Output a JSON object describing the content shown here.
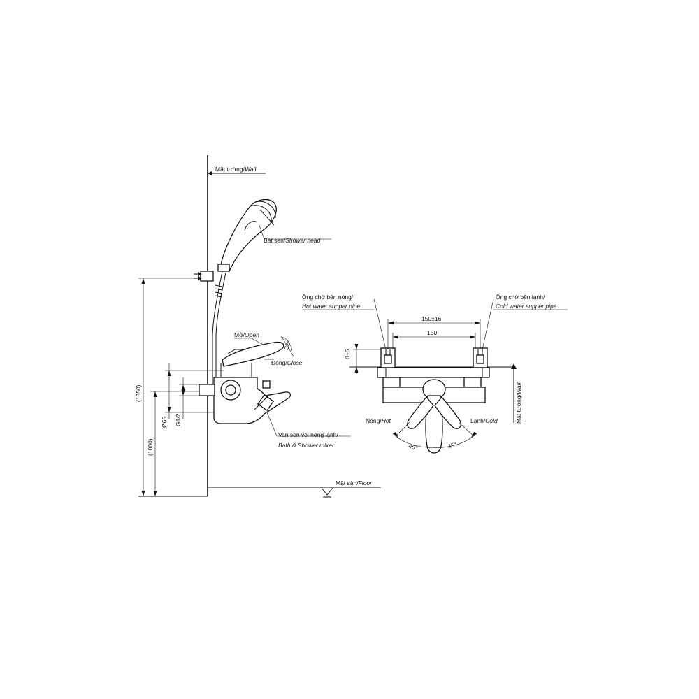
{
  "labels": {
    "wall_left": {
      "vn": "Mặt tường/",
      "en": "Wall"
    },
    "shower_head": {
      "vn": "Bát sen/",
      "en": "Shower head"
    },
    "open": {
      "vn": "Mở/",
      "en": "Open"
    },
    "close": {
      "vn": "Đóng/",
      "en": "Close"
    },
    "mixer_vn": "Van sen vòi nóng lạnh/",
    "mixer_en": "Bath & Shower mixer",
    "floor": {
      "vn": "Mặt sàn/",
      "en": "Floor"
    },
    "hot_pipe_vn": "Ống chờ bên nóng/",
    "hot_pipe_en": "Hot water supper pipe",
    "cold_pipe_vn": "Ống chờ bên lạnh/",
    "cold_pipe_en": "Cold water supper pipe",
    "hot": {
      "vn": "Nóng/",
      "en": "Hot"
    },
    "cold": {
      "vn": "Lạnh/",
      "en": "Cold"
    },
    "wall_right": {
      "vn": "Mặt tường/",
      "en": "Wall"
    }
  },
  "dimensions": {
    "total_height": "(1850)",
    "mixer_height": "(1000)",
    "diameter": "Ø65",
    "thread": "G1/2",
    "handle_angle": "22°",
    "pipe_spacing_tol": "150±16",
    "pipe_spacing": "150",
    "offset": "0~6",
    "angle_left": "45°",
    "angle_right": "45°"
  }
}
